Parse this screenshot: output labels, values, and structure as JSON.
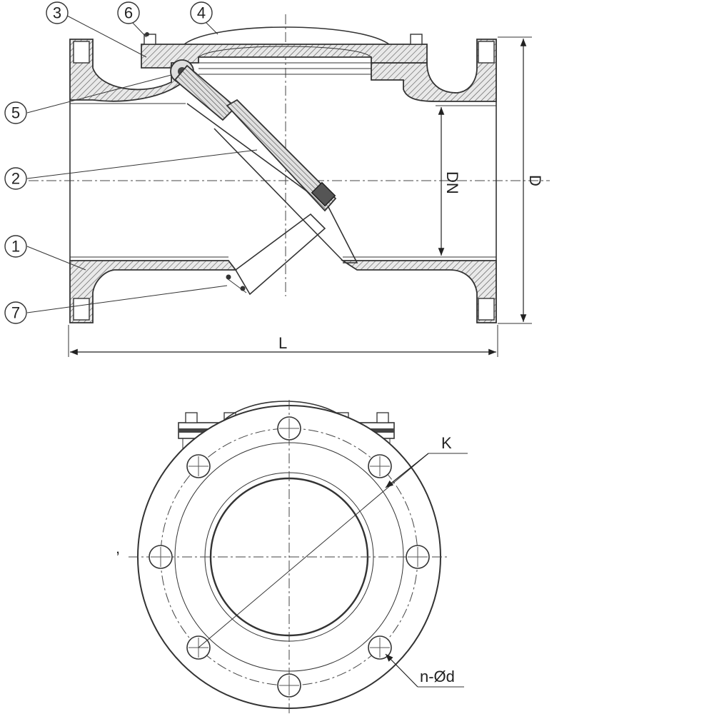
{
  "callouts": {
    "c1": "1",
    "c2": "2",
    "c3": "3",
    "c4": "4",
    "c5": "5",
    "c6": "6",
    "c7": "7"
  },
  "dimensions": {
    "length": "L",
    "outer_diameter": "D",
    "nominal_diameter": "DN",
    "bolt_circle": "K",
    "bolt_holes": "n-Ød"
  },
  "stray_mark": ","
}
